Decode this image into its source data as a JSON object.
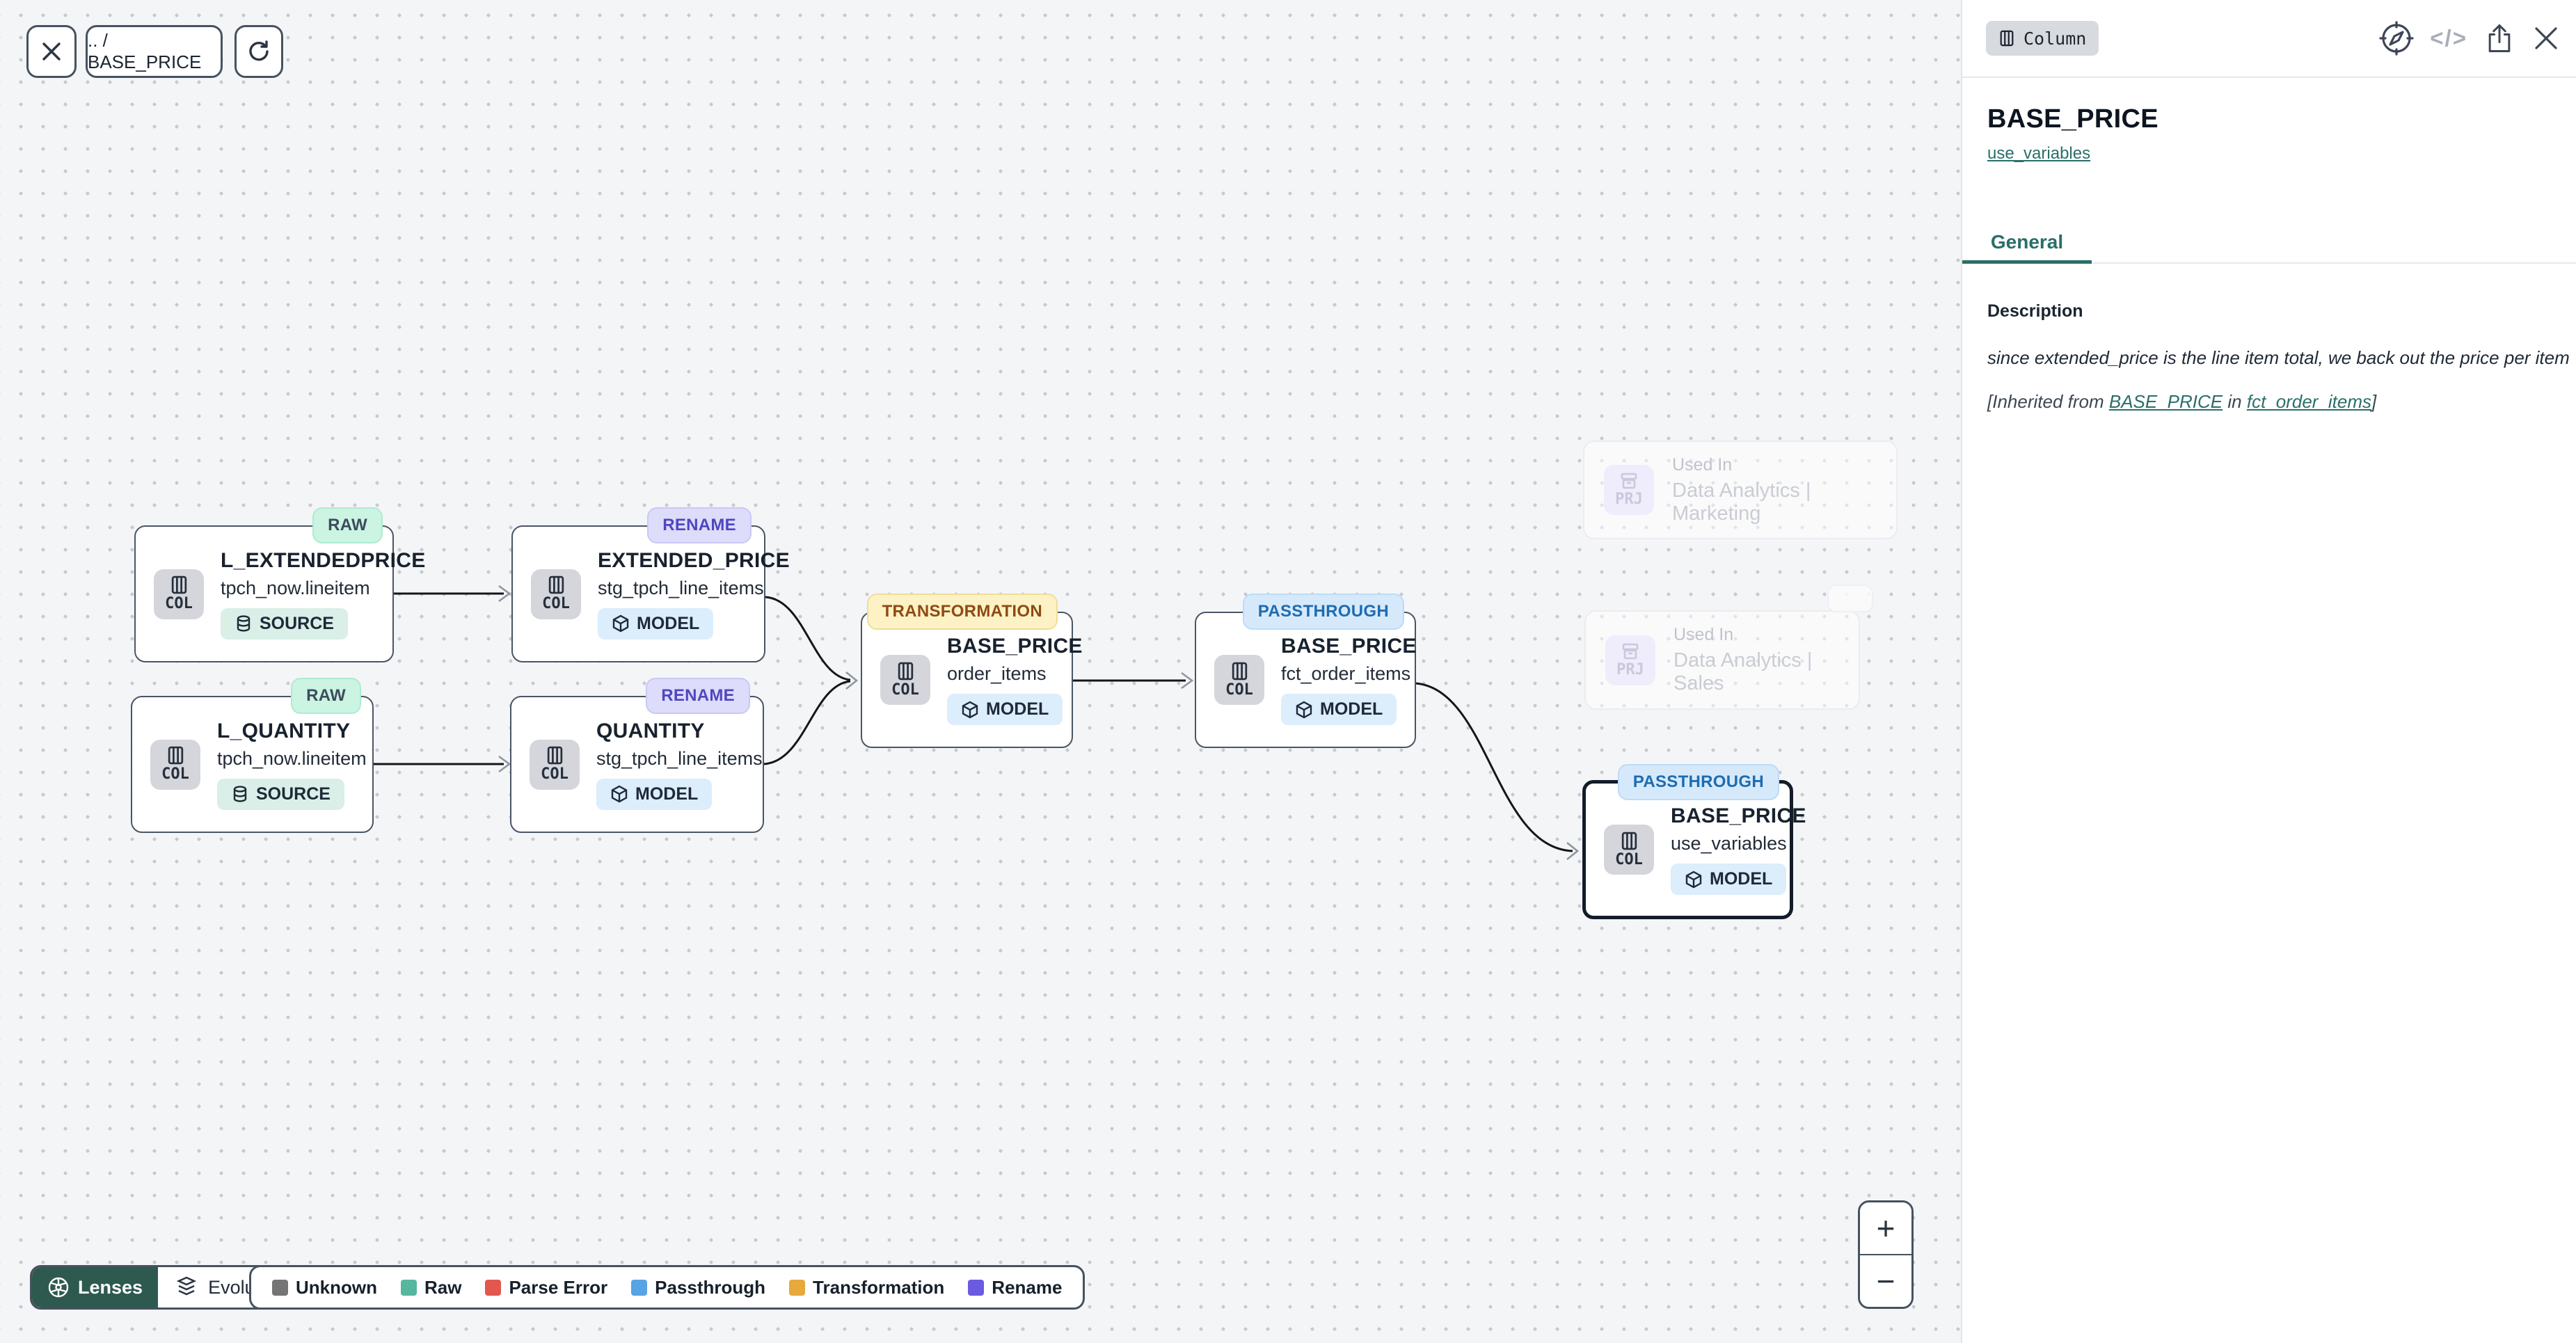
{
  "canvas_toolbar": {
    "breadcrumb": ".. / BASE_PRICE"
  },
  "graph": {
    "nodes": [
      {
        "badge": "RAW",
        "title": "L_EXTENDEDPRICE",
        "subtitle": "tpch_now.lineitem",
        "kind": "SOURCE",
        "type_label": "COL"
      },
      {
        "badge": "RENAME",
        "title": "EXTENDED_PRICE",
        "subtitle": "stg_tpch_line_items",
        "kind": "MODEL",
        "type_label": "COL"
      },
      {
        "badge": "RAW",
        "title": "L_QUANTITY",
        "subtitle": "tpch_now.lineitem",
        "kind": "SOURCE",
        "type_label": "COL"
      },
      {
        "badge": "RENAME",
        "title": "QUANTITY",
        "subtitle": "stg_tpch_line_items",
        "kind": "MODEL",
        "type_label": "COL"
      },
      {
        "badge": "TRANSFORMATION",
        "title": "BASE_PRICE",
        "subtitle": "order_items",
        "kind": "MODEL",
        "type_label": "COL"
      },
      {
        "badge": "PASSTHROUGH",
        "title": "BASE_PRICE",
        "subtitle": "fct_order_items",
        "kind": "MODEL",
        "type_label": "COL"
      },
      {
        "badge": "PASSTHROUGH",
        "title": "BASE_PRICE",
        "subtitle": "use_variables",
        "kind": "MODEL",
        "type_label": "COL",
        "selected": true
      }
    ],
    "ghost_nodes": [
      {
        "type_label": "PRJ",
        "label": "Used In",
        "name": "Data Analytics | Marketing"
      },
      {
        "type_label": "PRJ",
        "label": "Used In",
        "name": "Data Analytics | Sales"
      }
    ]
  },
  "footer": {
    "lenses_label": "Lenses",
    "lens_selected": "Evolution",
    "legend_items": [
      {
        "label": "Unknown",
        "color": "#757575"
      },
      {
        "label": "Raw",
        "color": "#55b79e"
      },
      {
        "label": "Parse Error",
        "color": "#e2574e"
      },
      {
        "label": "Passthrough",
        "color": "#57a3e4"
      },
      {
        "label": "Transformation",
        "color": "#e5a93c"
      },
      {
        "label": "Rename",
        "color": "#6a5be0"
      }
    ]
  },
  "zoom_controls": {
    "zoom_in": "+",
    "zoom_out": "−"
  },
  "panel": {
    "type_badge": "Column",
    "code_icon_text": "</>",
    "title": "BASE_PRICE",
    "model_link": "use_variables",
    "tabs": [
      {
        "label": "General",
        "active": true
      }
    ],
    "description": {
      "label": "Description",
      "body": "since extended_price is the line item total, we back out the price per item",
      "inherited_prefix": "[Inherited from ",
      "inherited_link1": "BASE_PRICE",
      "inherited_middle": " in ",
      "inherited_link2": "fct_order_items",
      "inherited_suffix": "]"
    }
  },
  "icons": {
    "close": "✕",
    "refresh": "↻",
    "compass": "🧭",
    "code": "</>",
    "share": "↥",
    "column": "▥",
    "database": "⛁",
    "model_cube": "⬡",
    "project": "🗃",
    "lenses_aperture": "◉",
    "layers": "≋",
    "chevron_down": "⌄",
    "zoom_in": "+",
    "zoom_out": "−"
  },
  "colors": {
    "accent_teal": "#2a6f68",
    "lenses_bg": "#2e594f",
    "node_border": "#4a5565",
    "selected_border": "#131c28",
    "edge": "#14161a",
    "canvas_bg": "#f4f5f7",
    "raw_badge_bg": "#cbf4e2",
    "rename_badge_bg": "#dddcfa",
    "rename_badge_text": "#4f46c0",
    "transformation_badge_bg": "#fcf2c5",
    "transformation_badge_text": "#8f4a12",
    "passthrough_badge_bg": "#d6e9fb",
    "passthrough_badge_text": "#1e6cb0",
    "source_chip_bg": "#d9efe8",
    "model_chip_bg": "#dcedfc"
  }
}
